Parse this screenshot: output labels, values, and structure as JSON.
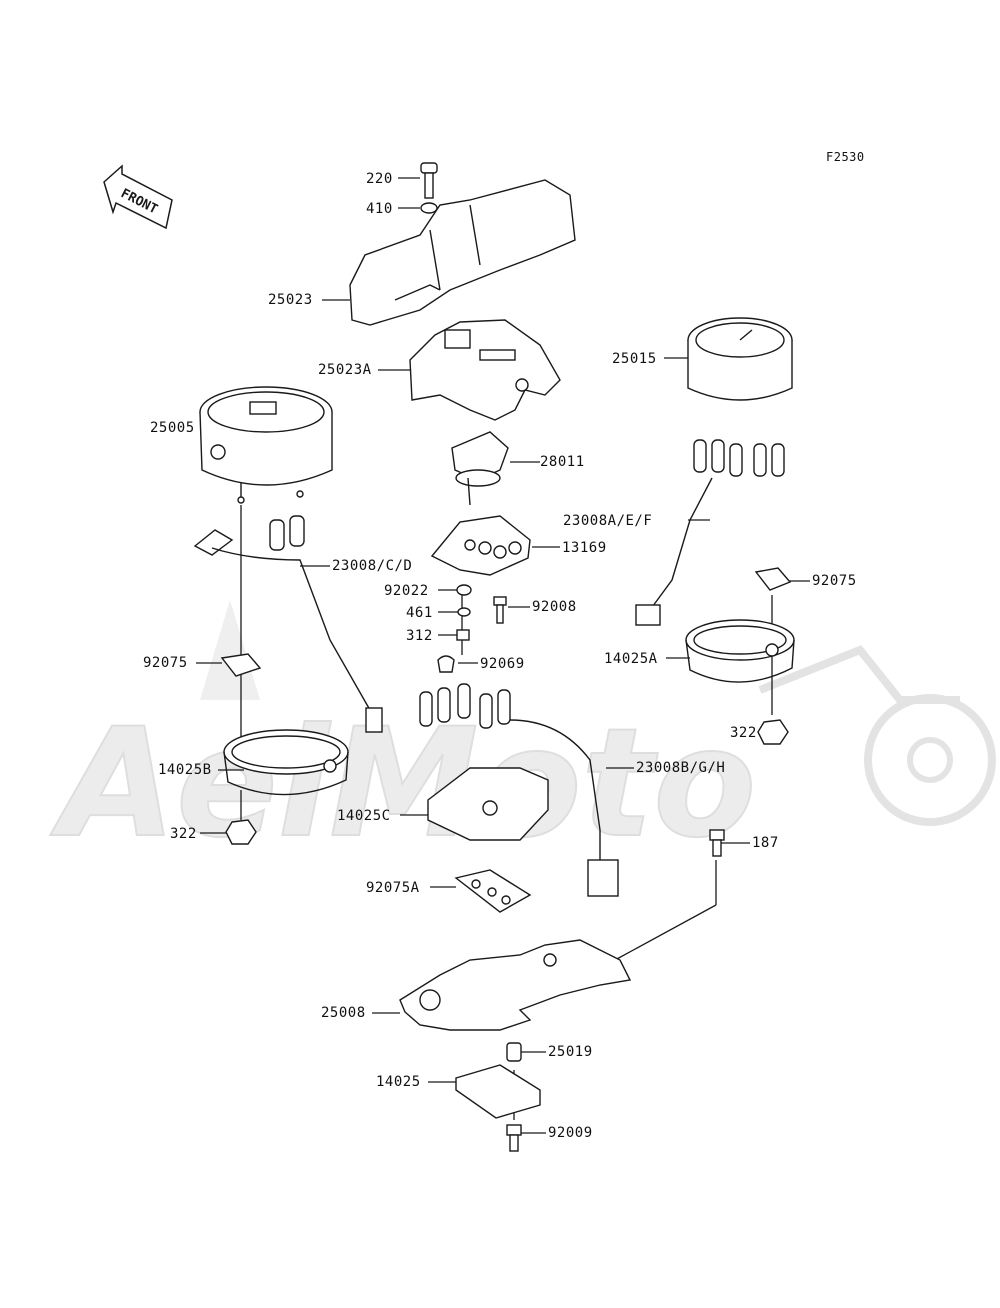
{
  "sheet_code": "F2530",
  "front_indicator": "FRONT",
  "watermark_text": "AeiMoto",
  "colors": {
    "line": "#1a1a1a",
    "watermark": "#e8e8e8",
    "background": "#ffffff"
  },
  "part_labels": {
    "p220": "220",
    "p410": "410",
    "p25023": "25023",
    "p25023A": "25023A",
    "p25015": "25015",
    "p25005": "25005",
    "p28011": "28011",
    "p23008AEF": "23008A/E/F",
    "p13169": "13169",
    "p23008CD": "23008/C/D",
    "p92075_right": "92075",
    "p92022": "92022",
    "p461": "461",
    "p92008": "92008",
    "p312": "312",
    "p92075_left": "92075",
    "p92069": "92069",
    "p14025A": "14025A",
    "p322_right": "322",
    "p14025B": "14025B",
    "p23008BGH": "23008B/G/H",
    "p14025C": "14025C",
    "p322_left": "322",
    "p187": "187",
    "p92075A": "92075A",
    "p25008": "25008",
    "p25019": "25019",
    "p14025": "14025",
    "p92009": "92009"
  }
}
